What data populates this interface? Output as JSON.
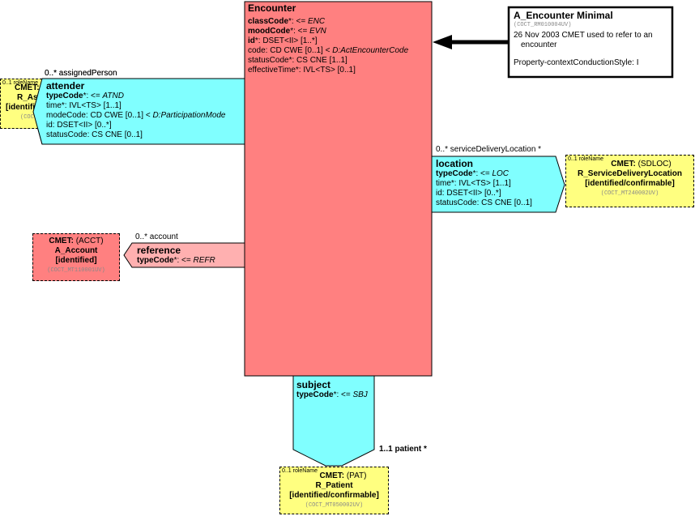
{
  "encounter": {
    "title": "Encounter",
    "attrs": [
      {
        "name": "classCode",
        "rest": "*: <= ",
        "val": "ENC"
      },
      {
        "name": "moodCode",
        "rest": "*: <= ",
        "val": "EVN"
      },
      {
        "name": "id",
        "rest": "*: DSET<II> [1..*]",
        "val": ""
      },
      {
        "name": "",
        "rest": "code: CD CWE [0..1] < ",
        "val": "D:ActEncounterCode"
      },
      {
        "name": "",
        "rest": "statusCode*: CS CNE [1..1]",
        "val": ""
      },
      {
        "name": "",
        "rest": "effectiveTime*: IVL<TS> [0..1]",
        "val": ""
      }
    ]
  },
  "minimal": {
    "title": "A_Encounter Minimal",
    "code": "(COCT_RM010004UV)",
    "desc1": "26 Nov 2003 CMET used to refer to an",
    "desc2": "encounter",
    "style": "Property-contextConductionStyle: I"
  },
  "attender": {
    "title": "attender",
    "assoc": "0..* assignedPerson",
    "attrs": [
      {
        "name": "typeCode",
        "rest": "*: <= ",
        "val": "ATND"
      },
      {
        "name": "",
        "rest": "time*: IVL<TS> [1..1]",
        "val": ""
      },
      {
        "name": "",
        "rest": "modeCode: CD CWE [0..1] < ",
        "val": "D:ParticipationMode"
      },
      {
        "name": "",
        "rest": "id: DSET<II> [0..*]",
        "val": ""
      },
      {
        "name": "",
        "rest": "statusCode: CS CNE [0..1]",
        "val": ""
      }
    ]
  },
  "cmet_assigned": {
    "role": "0..1 roleName",
    "line1": "CMET:",
    "line2": "R_As",
    "line3": "[identifi",
    "code": "(COCT"
  },
  "location": {
    "title": "location",
    "assoc": "0..* serviceDeliveryLocation  *",
    "attrs": [
      {
        "name": "typeCode",
        "rest": "*: <= ",
        "val": "LOC"
      },
      {
        "name": "",
        "rest": "time*: IVL<TS> [1..1]",
        "val": ""
      },
      {
        "name": "",
        "rest": "id: DSET<II> [0..*]",
        "val": ""
      },
      {
        "name": "",
        "rest": "statusCode: CS CNE [0..1]",
        "val": ""
      }
    ]
  },
  "cmet_location": {
    "role": "0..1 roleName",
    "cmet": "CMET:",
    "abbr": " (SDLOC)",
    "line2": "R_ServiceDeliveryLocation",
    "line3": "[identified/confirmable]",
    "code": "(COCT_MT240002UV)"
  },
  "reference": {
    "title": "reference",
    "assoc": "0..* account",
    "attrs": [
      {
        "name": "typeCode",
        "rest": "*: <= ",
        "val": "REFR"
      }
    ]
  },
  "cmet_account": {
    "cmet": "CMET:",
    "abbr": " (ACCT)",
    "line2": "A_Account",
    "line3": "[identified]",
    "code": "(COCT_MT110001UV)"
  },
  "subject": {
    "title": "subject",
    "assoc": "1..1 patient  *",
    "attrs": [
      {
        "name": "typeCode",
        "rest": "*: <= ",
        "val": "SBJ"
      }
    ]
  },
  "cmet_patient": {
    "role": "0..1 roleName",
    "cmet": "CMET:",
    "abbr": " (PAT)",
    "line2": "R_Patient",
    "line3": "[identified/confirmable]",
    "code": "(COCT_MT050002UV)"
  },
  "colors": {
    "act": "#ff8080",
    "participation": "#80ffff",
    "actRelationship": "#ffb0b0",
    "role": "#ffff80",
    "cmetAct": "#ff8080"
  }
}
